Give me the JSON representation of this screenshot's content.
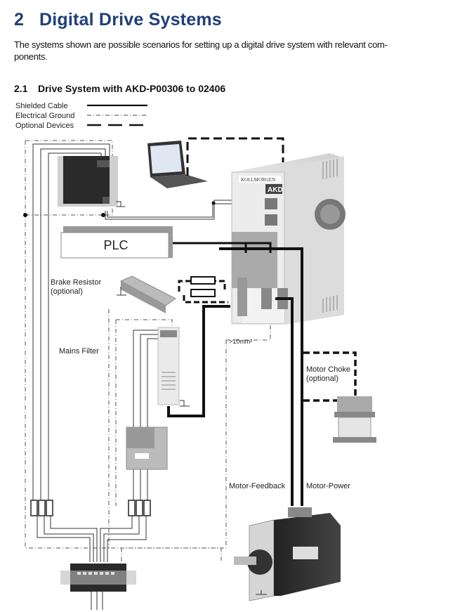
{
  "heading": {
    "number": "2",
    "title": "Digital Drive Systems"
  },
  "intro": "The systems shown are possible scenarios for setting up a digital drive system with relevant com-ponents.",
  "intro_lines": [
    "The systems shown are possible scenarios for setting up a digital drive system with relevant com-",
    "ponents."
  ],
  "subheading": {
    "number": "2.1",
    "title": "Drive System with AKD-P00306 to 02406"
  },
  "legend": [
    {
      "label": "Shielded Cable",
      "style": "solid"
    },
    {
      "label": "Electrical Ground",
      "style": "dash-dot"
    },
    {
      "label": "Optional Devices",
      "style": "dashed"
    }
  ],
  "diagram": {
    "drive_brand": "KOLLMORGEN",
    "drive_model": "AKD",
    "plc": "PLC",
    "brake_resistor": [
      "Brake Resistor",
      "(optional)"
    ],
    "mains_filter": "Mains Filter",
    "ground_spec": ">10mm²",
    "motor_choke": [
      "Motor Choke",
      "(optional)"
    ],
    "motor_feedback": "Motor-Feedback",
    "motor_power": "Motor-Power"
  }
}
